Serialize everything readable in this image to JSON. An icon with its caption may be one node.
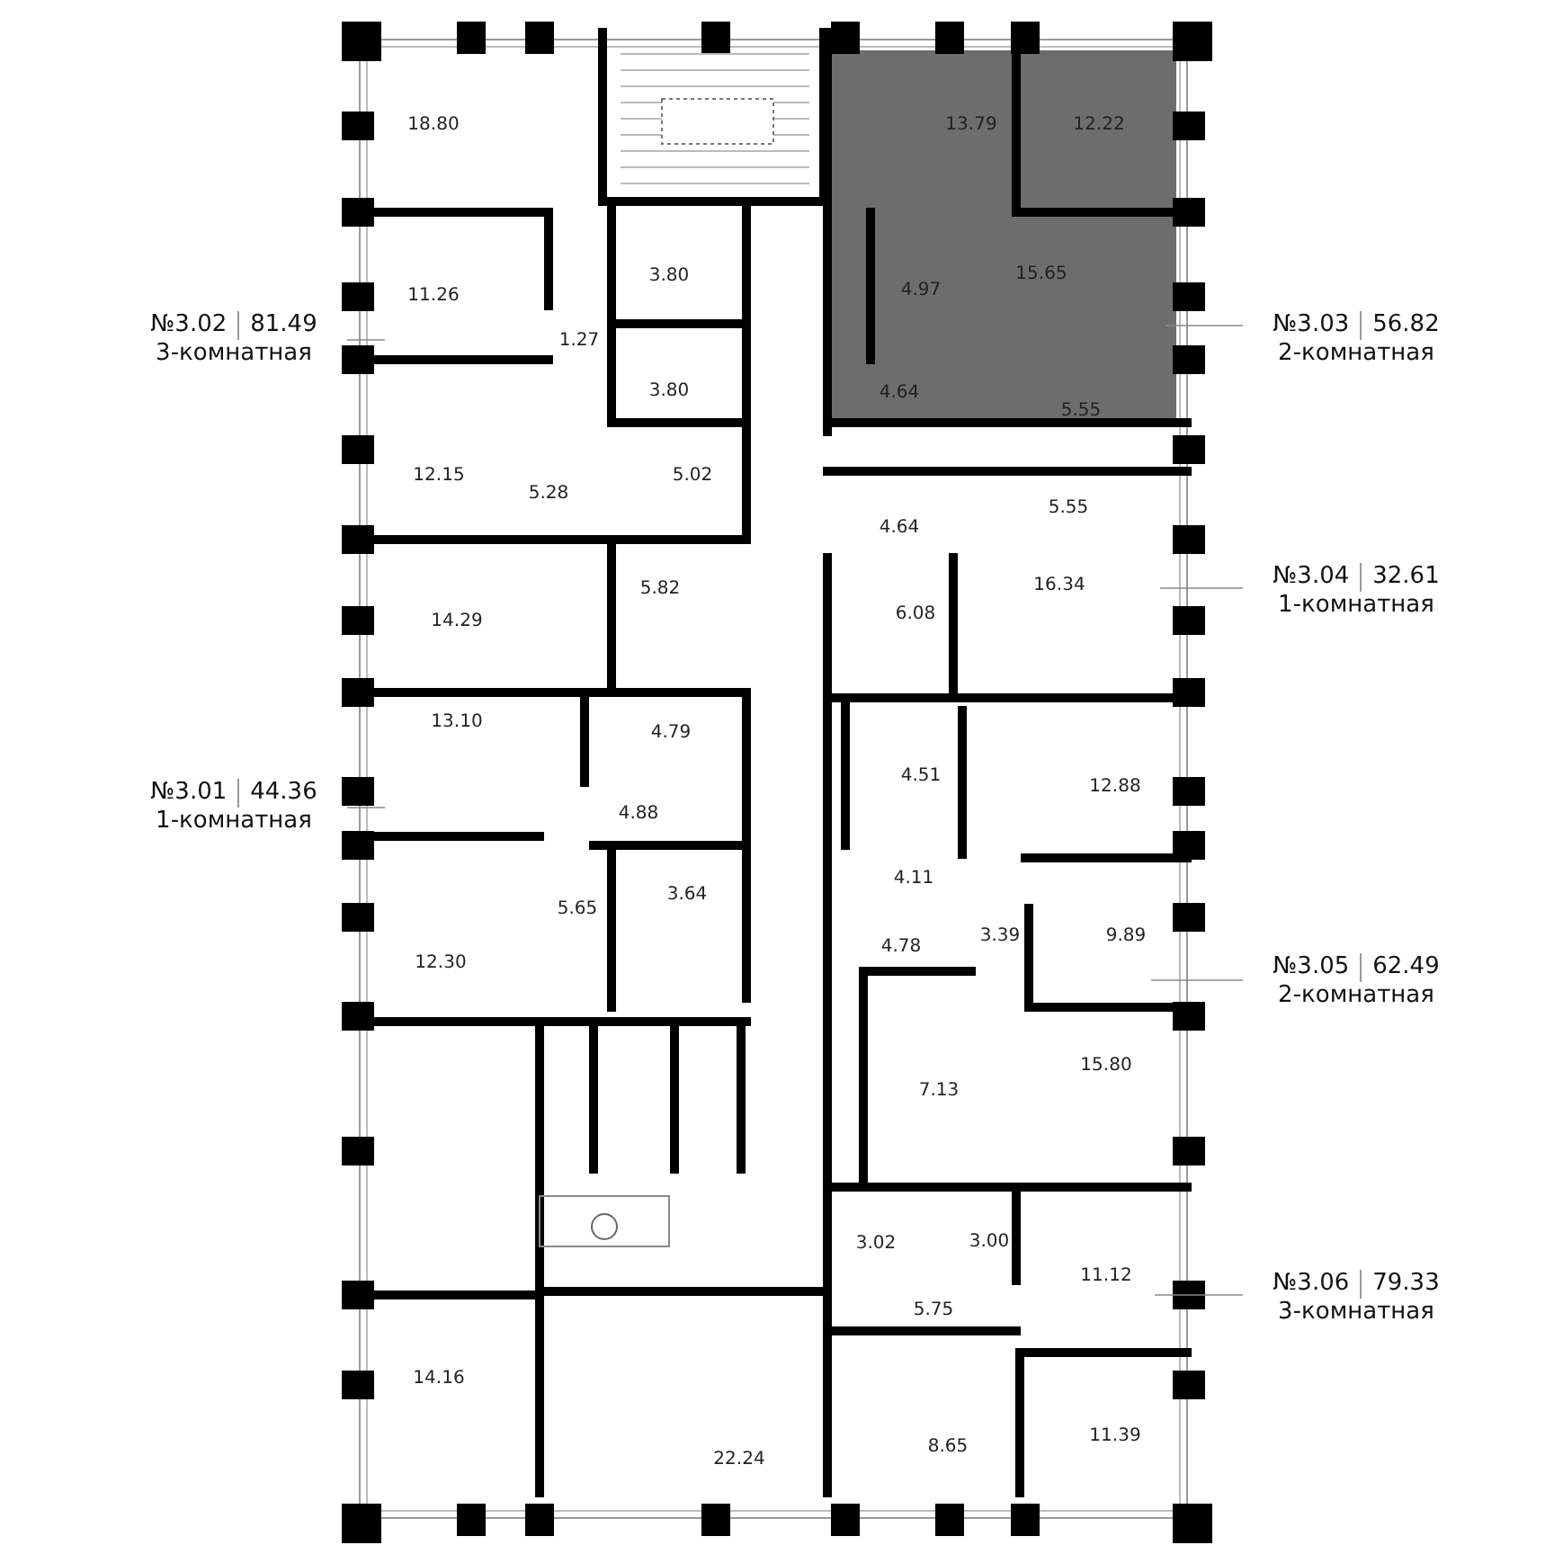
{
  "diagram": {
    "nodes": [
      {
        "text": [
          "№3.02",
          "81.49",
          "3-комнатная"
        ]
      },
      {
        "text": [
          "№3.03",
          "56.82",
          "2-комнатная"
        ]
      },
      {
        "text": [
          "№3.04",
          "32.61",
          "1-комнатная"
        ]
      },
      {
        "text": [
          "№3.01",
          "44.36",
          "1-комнатная"
        ]
      },
      {
        "text": [
          "№3.05",
          "62.49",
          "2-комнатная"
        ]
      },
      {
        "text": [
          "№3.06",
          "79.33",
          "3-комнатная"
        ]
      }
    ],
    "edges": [
      {
        "from": 0,
        "to": null,
        "arrow": "none"
      },
      {
        "from": 1,
        "to": null,
        "arrow": "none"
      },
      {
        "from": 2,
        "to": null,
        "arrow": "none"
      },
      {
        "from": 3,
        "to": null,
        "arrow": "none"
      },
      {
        "from": 4,
        "to": null,
        "arrow": "none"
      },
      {
        "from": 5,
        "to": null,
        "arrow": "none"
      }
    ],
    "labels": [
      "18.80",
      "13.79",
      "12.22",
      "15.65",
      "3.80",
      "4.97",
      "11.26",
      "1.27",
      "3.80",
      "4.64",
      "5.55",
      "12.15",
      "5.02",
      "5.28",
      "5.55",
      "4.64",
      "16.34",
      "5.82",
      "6.08",
      "14.29",
      "13.10",
      "4.79",
      "4.51",
      "12.88",
      "4.88",
      "4.11",
      "3.64",
      "5.65",
      "3.39",
      "9.89",
      "4.78",
      "12.30",
      "15.80",
      "7.13",
      "3.00",
      "3.02",
      "11.12",
      "5.75",
      "14.16",
      "11.39",
      "8.65",
      "22.24"
    ]
  }
}
